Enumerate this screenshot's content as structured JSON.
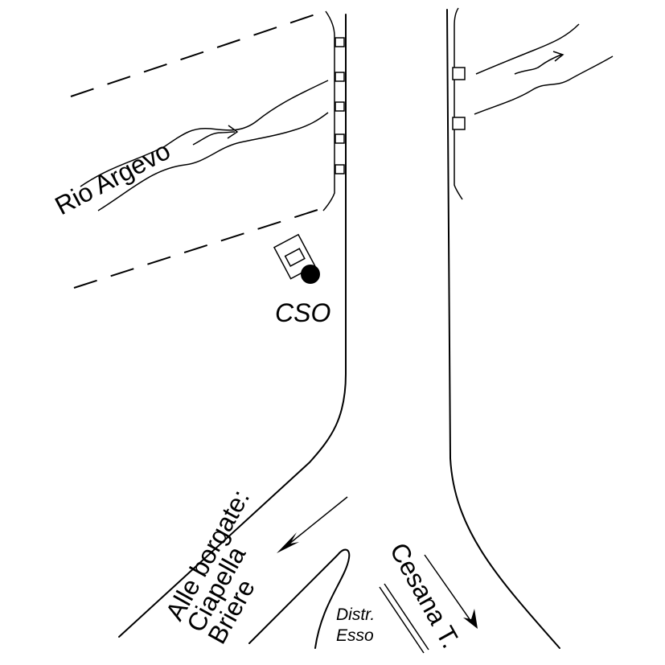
{
  "labels": {
    "river": "Rio Argevo",
    "site": "CSO",
    "left_road": [
      "Alle borgate:",
      "Ciapella",
      "Briere"
    ],
    "right_road": "Cesana T.",
    "fuel_station": [
      "Distr.",
      "Esso"
    ]
  },
  "colors": {
    "ink": "#000000",
    "background": "#ffffff"
  },
  "icons": {
    "site_marker": "filled-circle",
    "vehicle": "vehicle-outline-icon",
    "fence_post": "square-post"
  }
}
